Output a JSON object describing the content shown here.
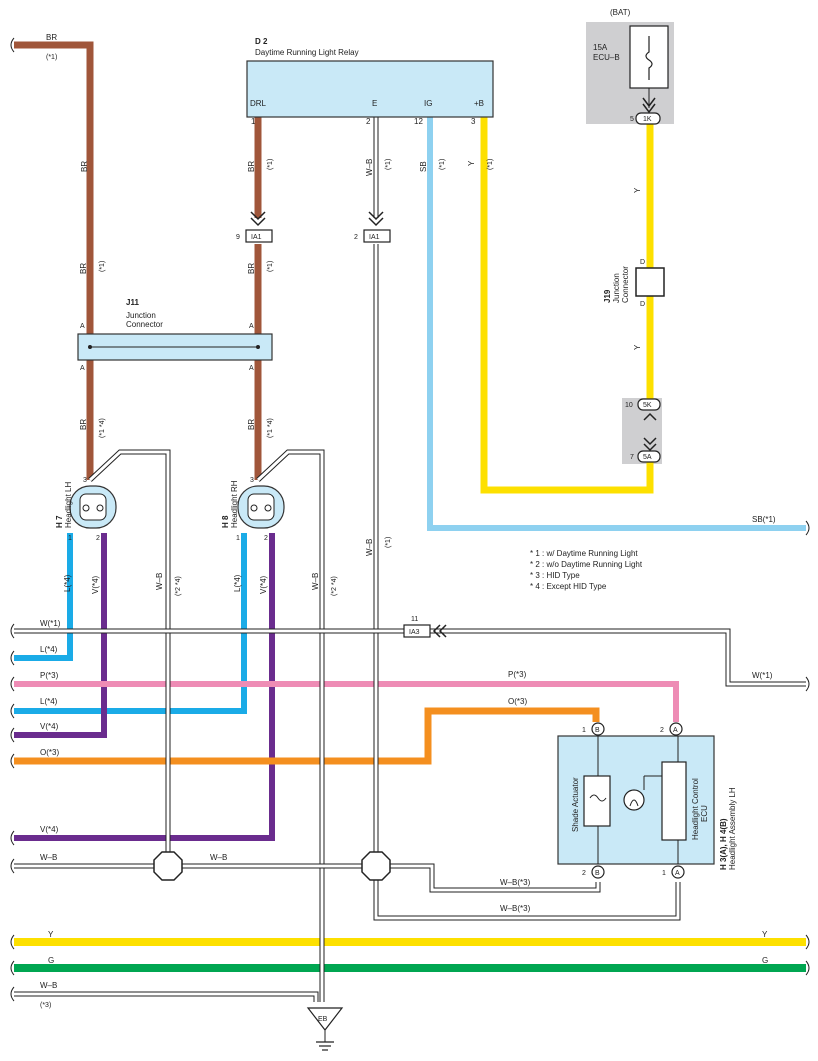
{
  "relay": {
    "code": "D 2",
    "name": "Daytime Running Light Relay",
    "pins": [
      "DRL",
      "E",
      "IG",
      "+B"
    ],
    "pin_numbers": [
      "1",
      "2",
      "12",
      "3"
    ]
  },
  "battery": {
    "label": "(BAT)",
    "fuse_amps": "15A",
    "fuse_name": "ECU–B",
    "pin_top": "5",
    "conn_top": "1K",
    "pin_10": "10",
    "conn_5k": "5K",
    "pin_7": "7",
    "conn_5a": "5A"
  },
  "j19": {
    "code": "J19",
    "name_line1": "Junction",
    "name_line2": "Connector",
    "pin": "D"
  },
  "j11": {
    "code": "J11",
    "name_line1": "Junction",
    "name_line2": "Connector",
    "pin": "A"
  },
  "connectors": {
    "ia1": "IA1",
    "ia1_pin_left": "9",
    "ia1_pin_right": "2",
    "ia3": "IA3",
    "ia3_pin": "11"
  },
  "headlights": {
    "lh_code": "H 7",
    "lh_name": "Headlight LH",
    "rh_code": "H 8",
    "rh_name": "Headlight RH",
    "pin3": "3",
    "pin1": "1",
    "pin2": "2"
  },
  "ecu": {
    "code": "H 3(A), H 4(B)",
    "name": "Headlight Assembly LH",
    "shade": "Shade Actuator",
    "control1": "Headlight Control",
    "control2": "ECU",
    "pin1": "1",
    "pin2": "2",
    "letter_a": "A",
    "letter_b": "B"
  },
  "wires": {
    "br": "BR",
    "star1": "(*1)",
    "star14": "(*1 *4)",
    "wb": "W–B",
    "sb": "SB",
    "y": "Y",
    "sb1": "SB(*1)",
    "l4": "L(*4)",
    "v4": "V(*4)",
    "wb_star4": "(*2 *4)",
    "w1": "W(*1)",
    "p3": "P(*3)",
    "o3": "O(*3)",
    "wb3": "W–B(*3)",
    "g": "G",
    "star3": "(*3)"
  },
  "notes": [
    "* 1 : w/ Daytime Running Light",
    "* 2 : w/o Daytime Running Light",
    "* 3 : HID Type",
    "* 4 : Except HID Type"
  ],
  "ground": "EB",
  "colors": {
    "br": "#a0563a",
    "sb": "#8ed1f0",
    "y": "#fde000",
    "l": "#1aabe7",
    "v": "#6a2c8e",
    "p": "#ee8cb5",
    "o": "#f48f1f",
    "g": "#00a651",
    "box": "#c9e9f7",
    "gray": "#cfcfd1"
  }
}
